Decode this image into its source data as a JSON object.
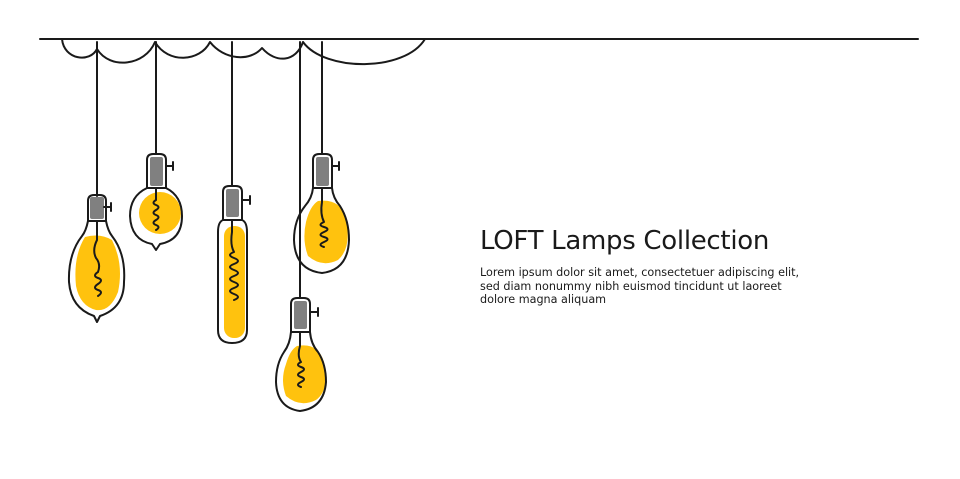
{
  "colors": {
    "glow": "#FFC20E",
    "socket": "#808080",
    "ink": "#1a1a1a",
    "background": "#FFFFFF"
  },
  "banner": {
    "title": "LOFT Lamps Collection",
    "description_lines": [
      "Lorem ipsum dolor sit amet, consectetuer adipiscing elit,",
      "sed diam nonummy nibh euismod tincidunt ut laoreet",
      "dolore magna aliquam"
    ]
  },
  "illustration": {
    "style": "continuous-line-drawing",
    "lamps": [
      {
        "name": "teardrop-lamp"
      },
      {
        "name": "round-lamp"
      },
      {
        "name": "tube-lamp"
      },
      {
        "name": "pear-lamp-low"
      },
      {
        "name": "pear-lamp-high"
      }
    ]
  }
}
